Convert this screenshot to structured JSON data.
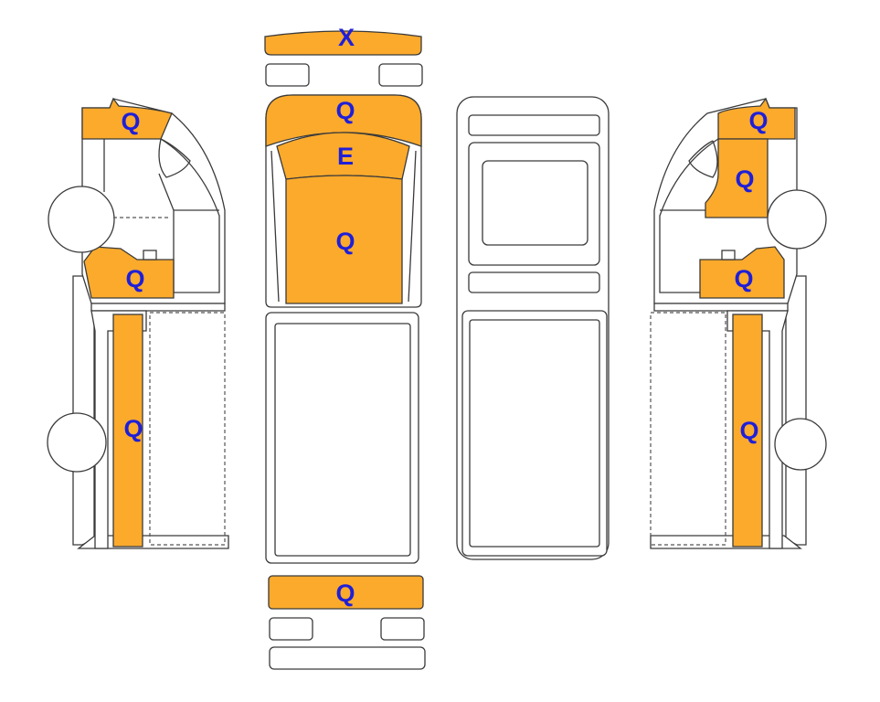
{
  "colors": {
    "damage_fill": "#FBAA2C",
    "label": "#1F1FD8",
    "outline": "#3A3A3A",
    "background": "#FFFFFF"
  },
  "labels": {
    "front_bumper": "X",
    "top_front": "Q",
    "top_windshield": "E",
    "top_hood": "Q",
    "rear_bumper": "Q",
    "left_upper": "Q",
    "left_lower": "Q",
    "left_side": "Q",
    "right_upper": "Q",
    "right_mid": "Q",
    "right_lower": "Q",
    "right_side": "Q"
  }
}
